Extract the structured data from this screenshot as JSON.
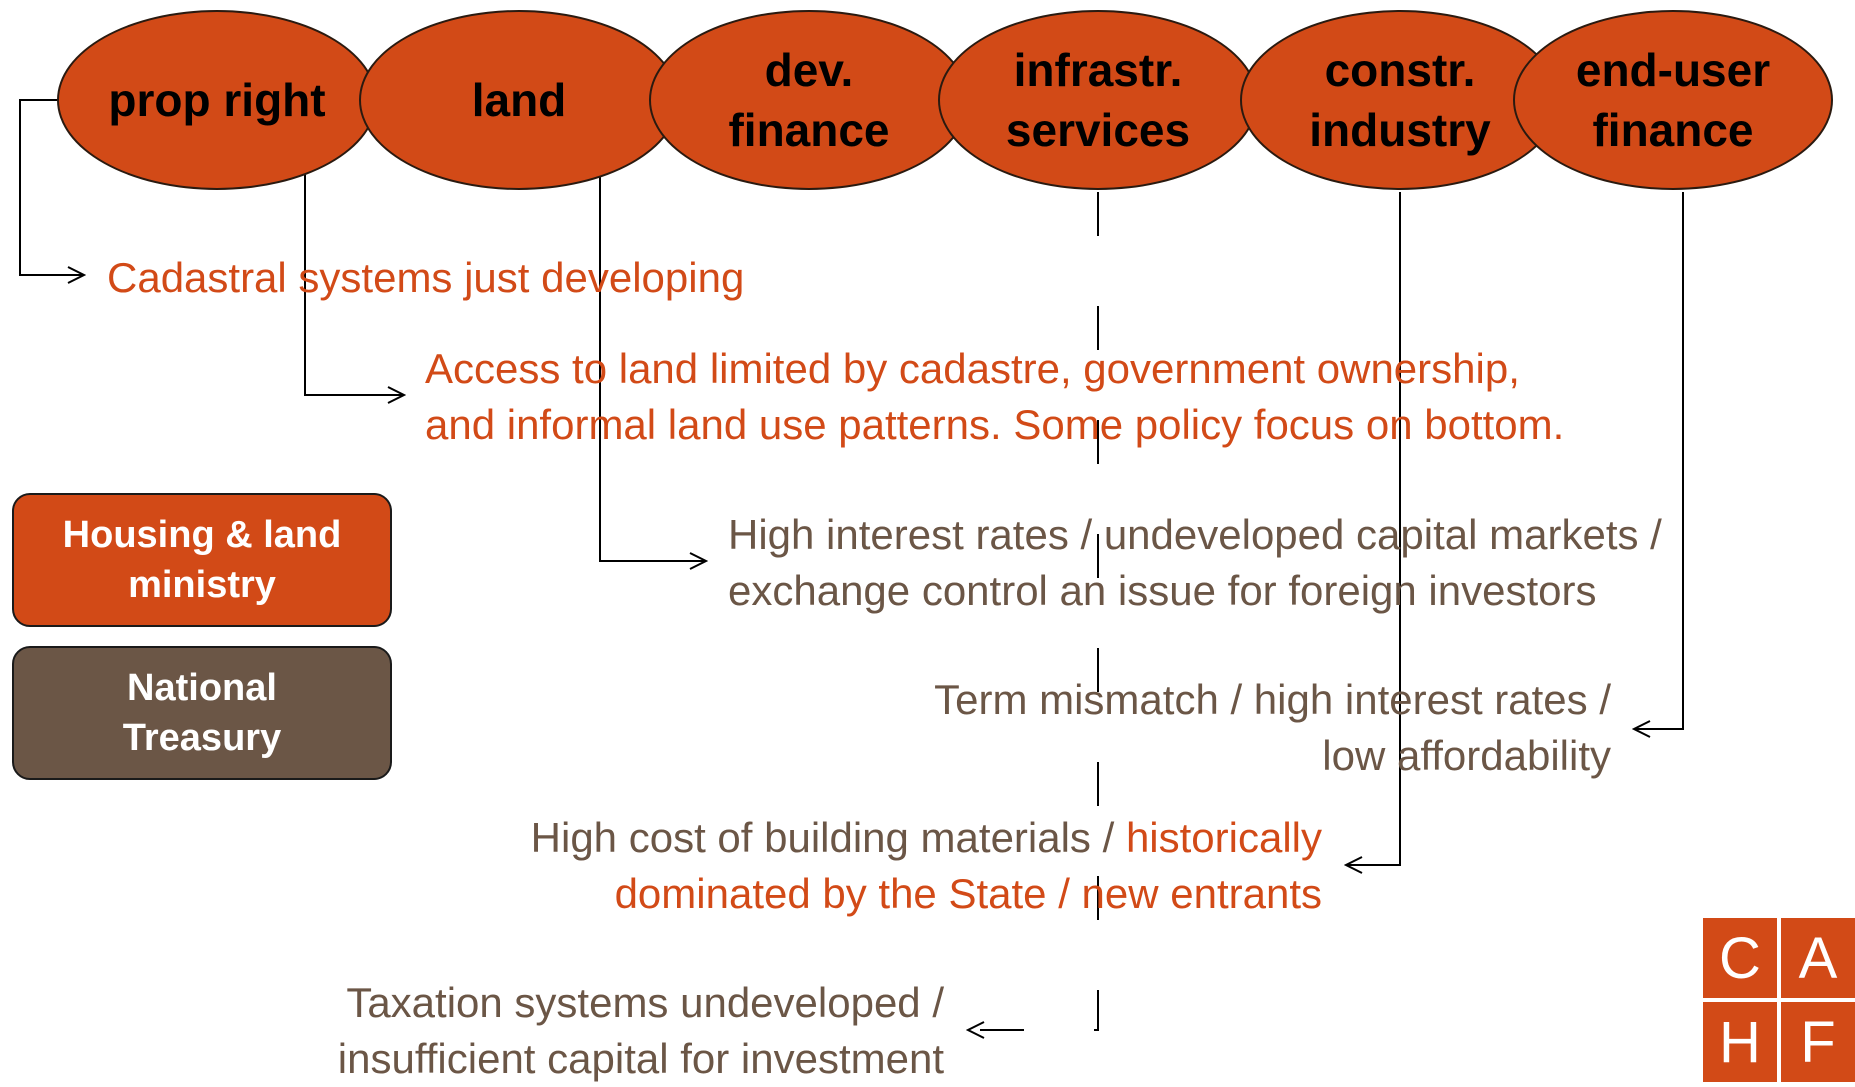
{
  "ellipses": [
    "prop right",
    "land",
    "dev.\nfinance",
    "infrastr.\nservices",
    "constr.\nindustry",
    "end-user\nfinance"
  ],
  "notes": {
    "cadastral": "Cadastral systems just developing",
    "access_line1": "Access to land limited by cadastre, government ownership,",
    "access_line2": "and informal land use patterns. Some policy focus on bottom.",
    "interest_line1": "High interest rates / undeveloped capital markets /",
    "interest_line2": "exchange control an issue for foreign investors",
    "term_line1": "Term mismatch / high interest rates /",
    "term_line2": "low affordability",
    "building_line1_a": "High cost of building materials / ",
    "building_line1_b": "historically",
    "building_line2": "dominated by the State / new entrants",
    "tax_line1": "Taxation systems undeveloped /",
    "tax_line2": "insufficient capital for investment"
  },
  "legend": [
    "Housing & land\nministry",
    "National\nTreasury"
  ],
  "logo": [
    "C",
    "A",
    "H",
    "F"
  ],
  "colors": {
    "orange": "#D24A17",
    "brown": "#6B5646"
  }
}
